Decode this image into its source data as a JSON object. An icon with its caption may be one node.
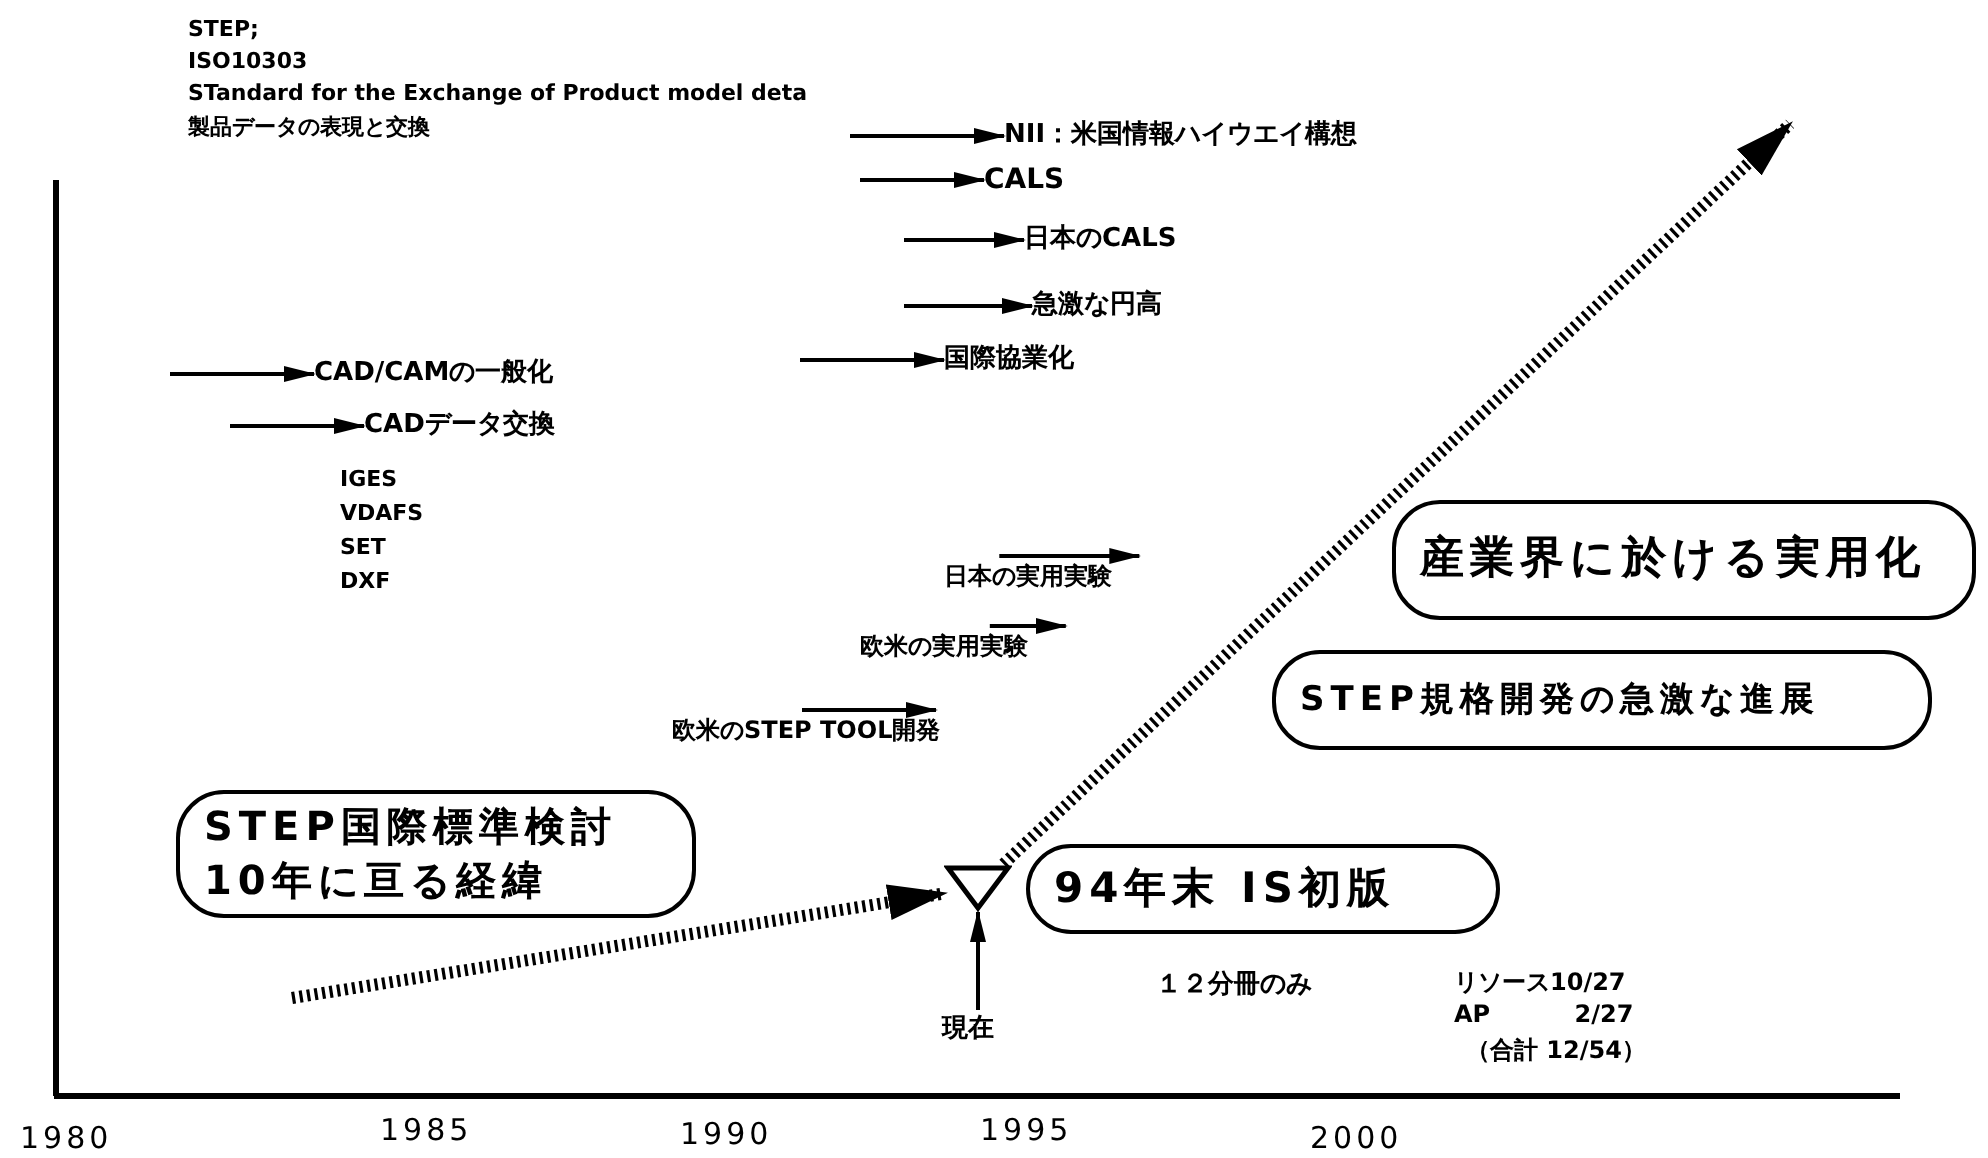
{
  "diagram": {
    "nodes": [
      {
        "text": [
          "NII：米国情報ハイウエイ構想"
        ]
      },
      {
        "text": [
          "CALS"
        ]
      },
      {
        "text": [
          "日本のCALS"
        ]
      },
      {
        "text": [
          "急激な円高"
        ]
      },
      {
        "text": [
          "国際協業化"
        ]
      },
      {
        "text": [
          "CAD/CAMの一般化"
        ]
      },
      {
        "text": [
          "CADデータ交換"
        ]
      },
      {
        "text": [
          "産業界に於ける実用化"
        ]
      },
      {
        "text": [
          "日本の実用実験"
        ]
      },
      {
        "text": [
          "欧米の実用実験"
        ]
      },
      {
        "text": [
          "STEP規格開発の急激な進展"
        ]
      },
      {
        "text": [
          "欧米のSTEP TOOL開発"
        ]
      },
      {
        "text": [
          "STEP国際標準検討10年に亘る経緯"
        ]
      },
      {
        "text": [],
        "shape": "triangle"
      },
      {
        "text": [
          "94年末 IS初版"
        ]
      },
      {
        "text": [
          "現在"
        ]
      }
    ],
    "edges": [
      {
        "from": null,
        "to": 0,
        "arrow": "to"
      },
      {
        "from": null,
        "to": 1,
        "arrow": "to"
      },
      {
        "from": null,
        "to": 2,
        "arrow": "to"
      },
      {
        "from": null,
        "to": 3,
        "arrow": "to"
      },
      {
        "from": null,
        "to": 4,
        "arrow": "to"
      },
      {
        "from": null,
        "to": 5,
        "arrow": "to"
      },
      {
        "from": null,
        "to": 6,
        "arrow": "to"
      },
      {
        "from": null,
        "to": 8,
        "arrow": "to"
      },
      {
        "from": null,
        "to": 9,
        "arrow": "to"
      },
      {
        "from": null,
        "to": 11,
        "arrow": "to"
      },
      {
        "from": null,
        "to": 13,
        "arrow": "to",
        "style": "dashed"
      },
      {
        "from": 13,
        "to": null,
        "arrow": "to",
        "style": "dashed"
      },
      {
        "from": 15,
        "to": 13,
        "arrow": "to"
      }
    ],
    "labels": [
      "STEP;",
      "ISO10303",
      "STandard for the Exchange of Product model deta",
      "製品データの表現と交換",
      "IGES",
      "VDAFS",
      "SET",
      "DXF",
      "１２分冊のみ",
      "リソース10/27",
      "AP 2/27",
      "（合計 12/54）",
      "1980",
      "1985",
      "1990",
      "1995",
      "2000"
    ]
  }
}
